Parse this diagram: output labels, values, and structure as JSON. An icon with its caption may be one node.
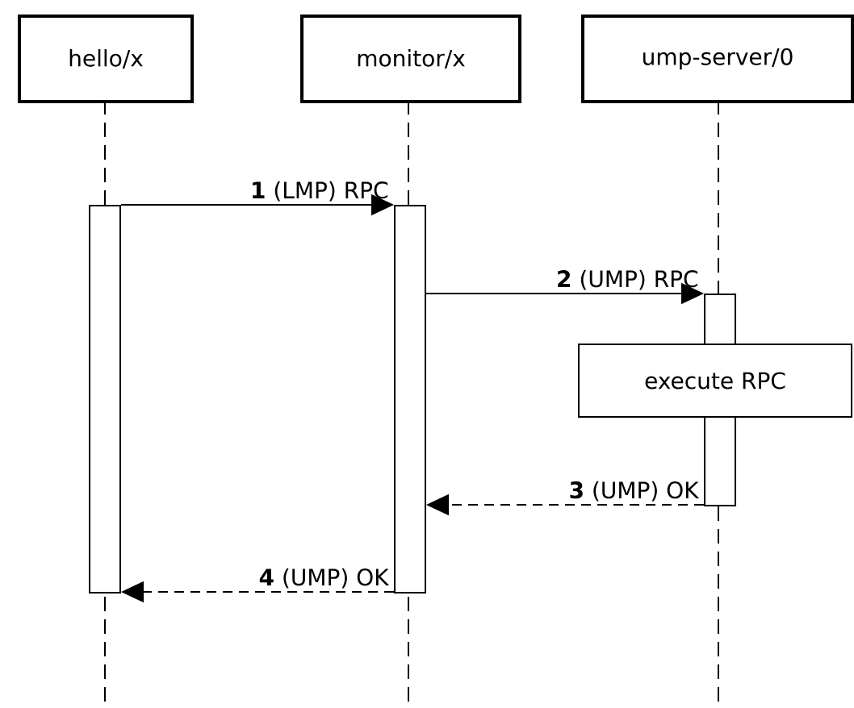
{
  "diagram": {
    "nodes": [
      {
        "text": [
          "hello/x"
        ]
      },
      {
        "text": [
          "monitor/x"
        ]
      },
      {
        "text": [
          "ump-server/0"
        ]
      },
      {
        "text": [],
        "shape": "bar"
      },
      {
        "text": [],
        "shape": "bar"
      },
      {
        "text": [],
        "shape": "bar"
      },
      {
        "text": [
          "execute RPC"
        ]
      },
      {
        "text": [],
        "shape": "bar"
      }
    ],
    "edges": [
      {
        "from": 3,
        "to": 4,
        "arrow": "to",
        "label": "**1** (LMP) RPC"
      },
      {
        "from": 4,
        "to": 5,
        "arrow": "to",
        "label": "**2** (UMP) RPC"
      },
      {
        "from": 7,
        "to": 4,
        "arrow": "to",
        "label": "**3** (UMP) OK",
        "style": "dashed"
      },
      {
        "from": 4,
        "to": 3,
        "arrow": "to",
        "label": "**4** (UMP) OK",
        "style": "dashed"
      }
    ]
  }
}
